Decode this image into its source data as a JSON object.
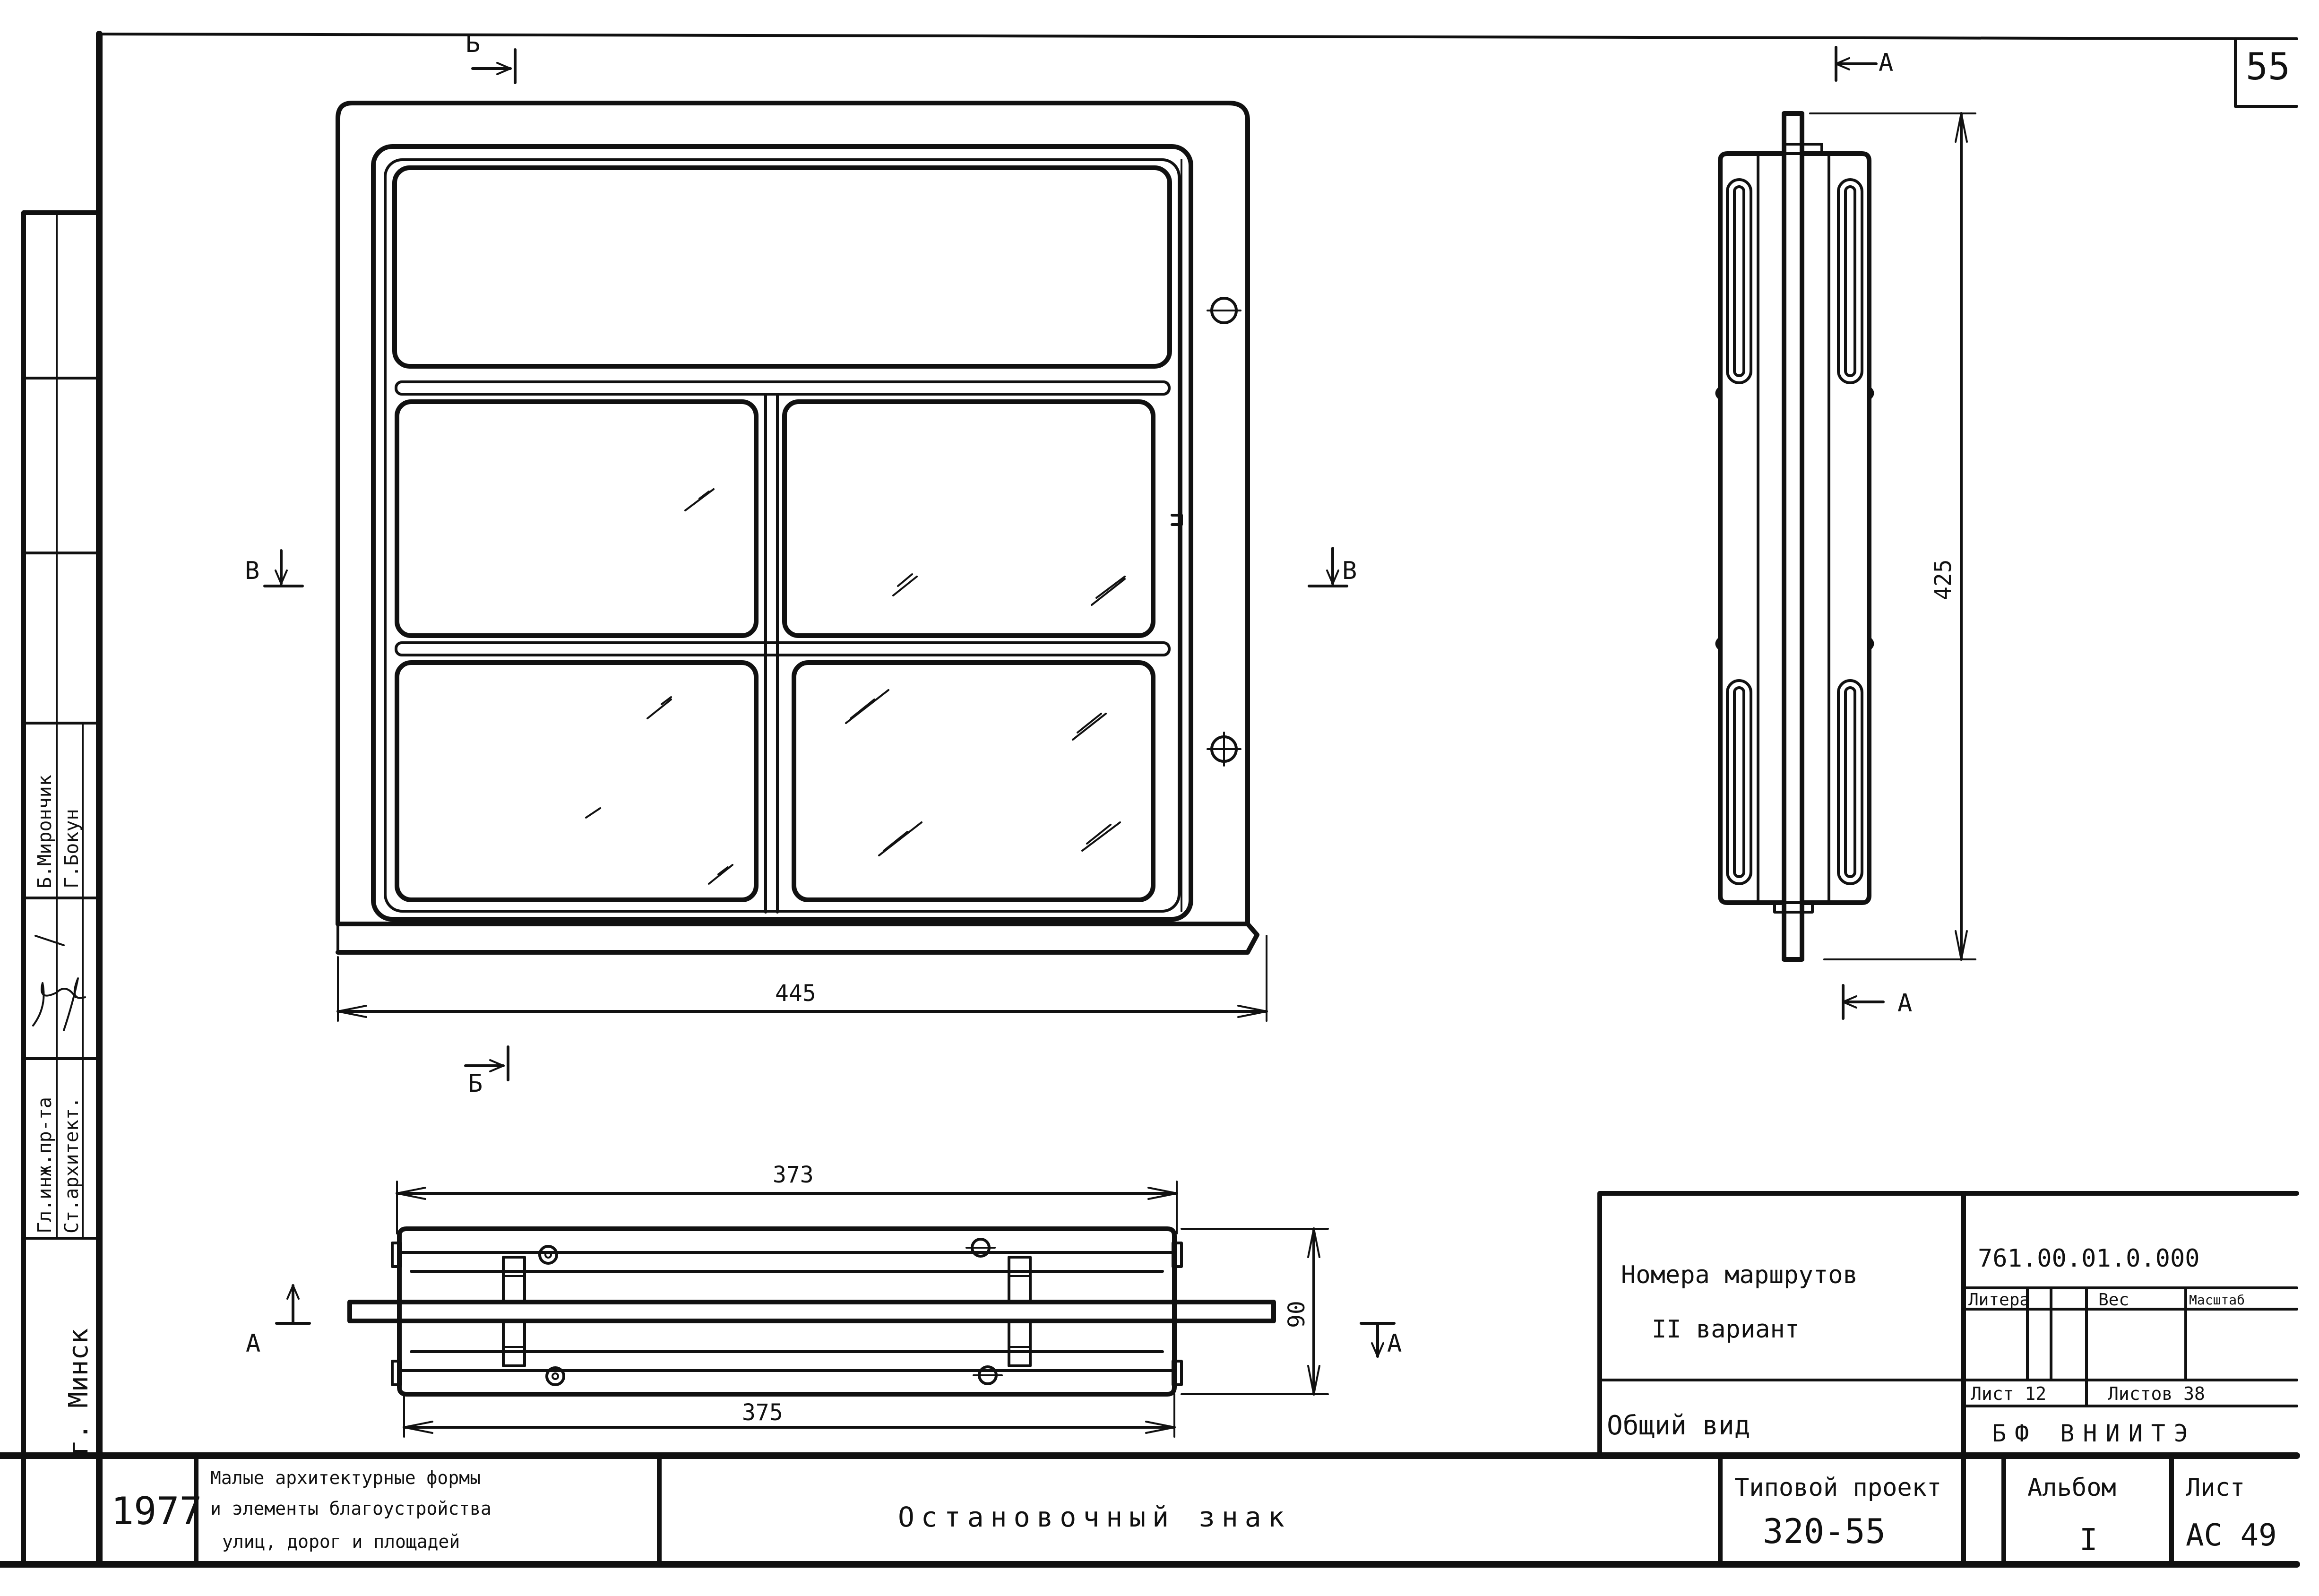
{
  "sheet": {
    "sheet_number": "55",
    "city": "г. Минск",
    "year": "1977",
    "series_title": [
      "Малые архитектурные формы",
      "и элементы благоустройства",
      "улиц, дорог и площадей"
    ],
    "drawing_title": "Остановочный знак",
    "project_label": "Типовой проект",
    "project_number": "320-55",
    "album_label": "Альбом",
    "album_number": "I",
    "list_label": "Лист",
    "list_code": "АС 49"
  },
  "stamp": {
    "item_name": [
      "Номера маршрутов",
      "II вариант"
    ],
    "view_name": "Общий вид",
    "designation": "761.00.01.0.000",
    "litera_label": "Литера",
    "weight_label": "Вес",
    "scale_label": "Масштаб",
    "sheet_label": "Лист 12",
    "sheets_label": "Листов 38",
    "organization": "БФ ВНИИТЭ"
  },
  "side_stamp": {
    "roles": [
      "Гл.инж.пр-та",
      "Ст.архитект."
    ],
    "names": [
      "Б.Мирончик",
      "Г.Бокун"
    ]
  },
  "dimensions": {
    "front_width": "445",
    "side_height": "425",
    "top_length_upper": "373",
    "top_length_lower": "375",
    "top_depth": "90"
  },
  "section_marks": {
    "a": "А",
    "b": "Б",
    "v": "В"
  }
}
